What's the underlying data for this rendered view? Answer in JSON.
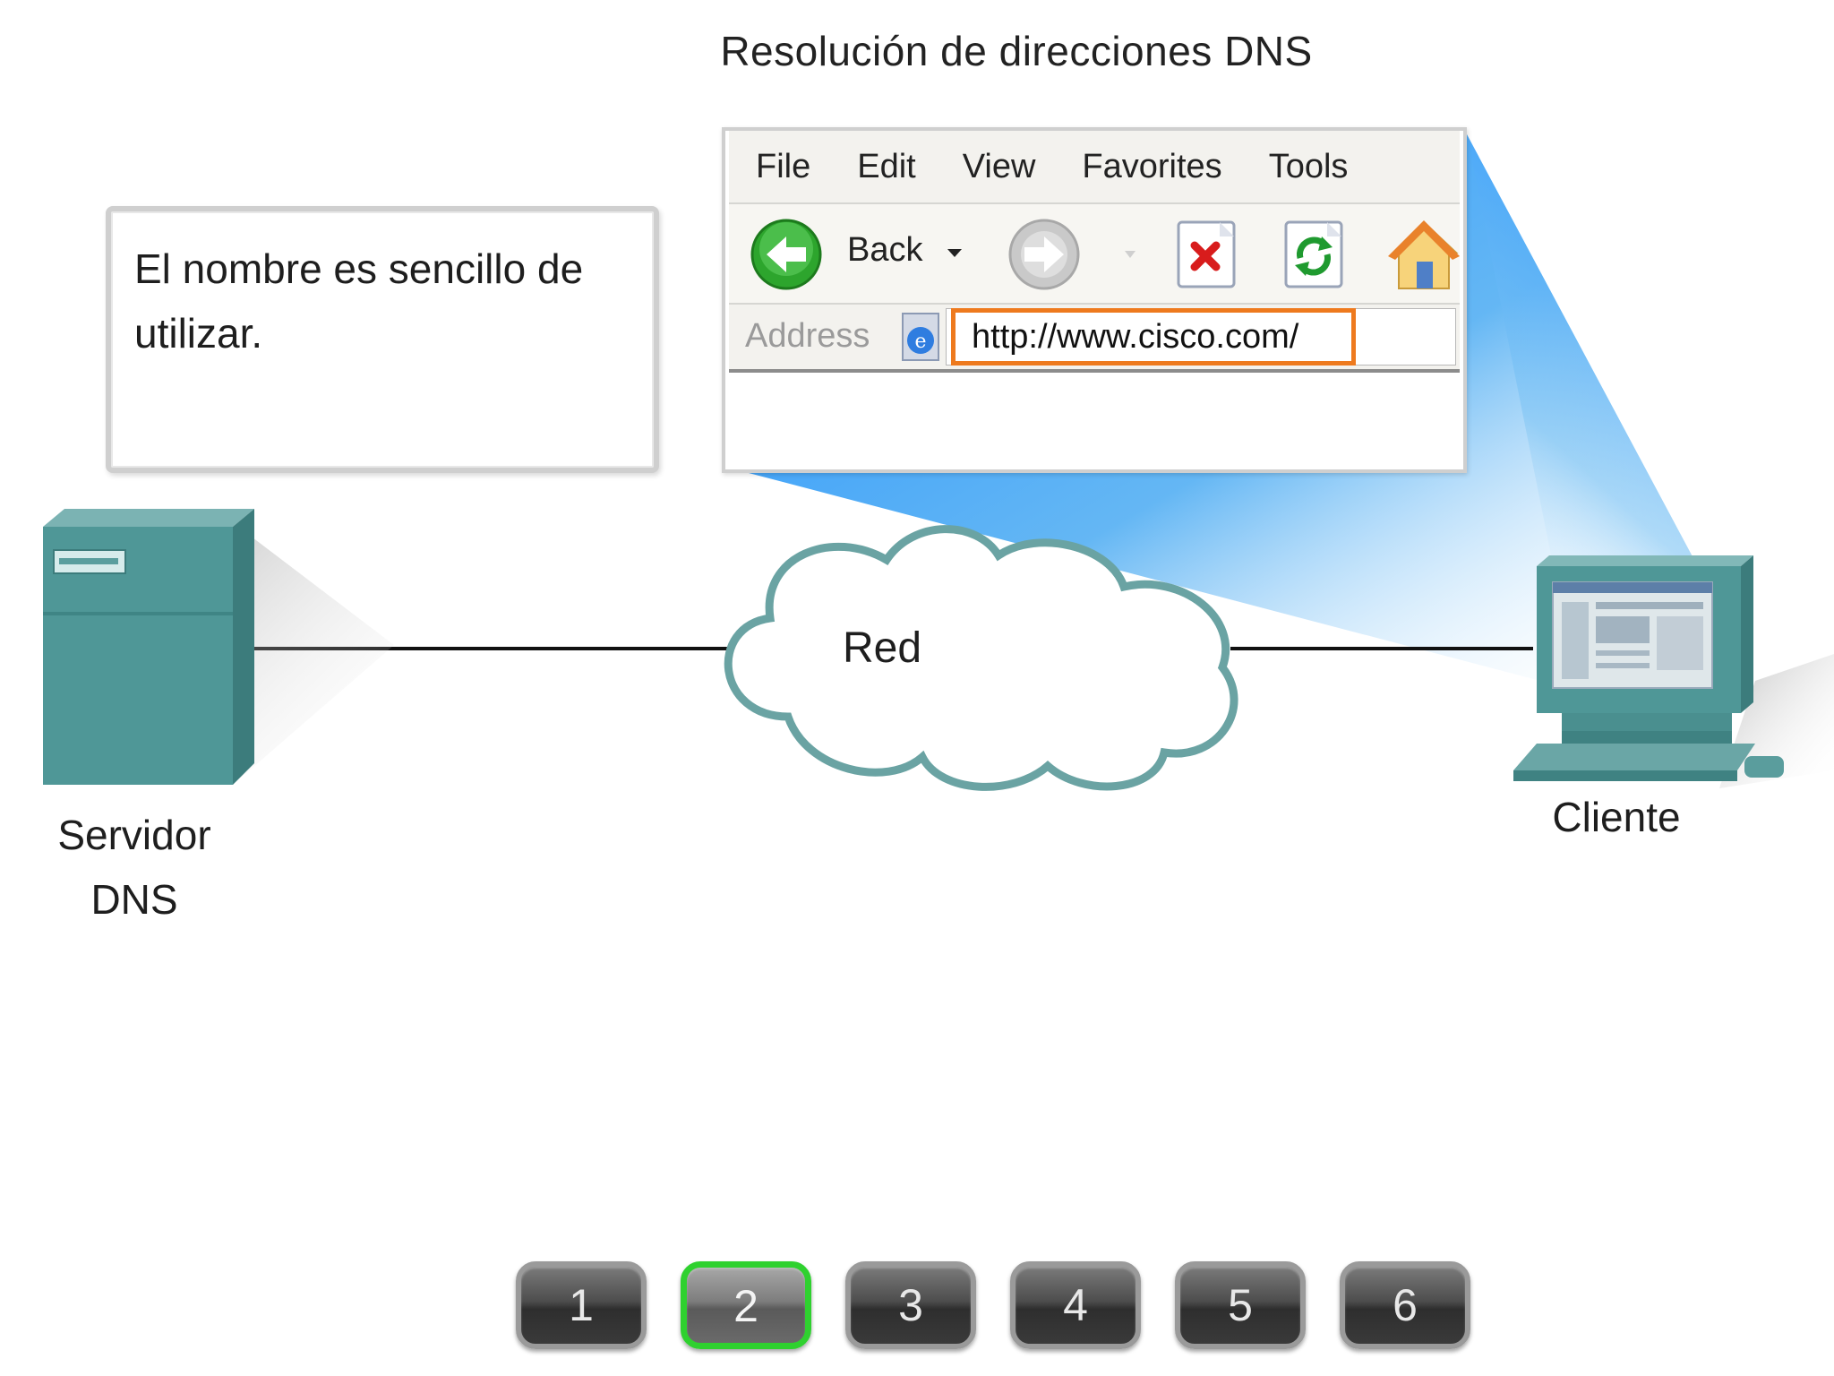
{
  "title": "Resolución de direcciones DNS",
  "callout": {
    "text": "El nombre es sencillo de utilizar."
  },
  "browser": {
    "menu": [
      "File",
      "Edit",
      "View",
      "Favorites",
      "Tools"
    ],
    "back_label": "Back",
    "address_label": "Address",
    "url": "http://www.cisco.com/",
    "highlight_color": "#ee7a1e"
  },
  "nodes": {
    "server_label_line1": "Servidor",
    "server_label_line2": "DNS",
    "network_label": "Red",
    "client_label": "Cliente"
  },
  "colors": {
    "device": "#4f9797",
    "beam": "#1e90ff",
    "active_step": "#2fd12f"
  },
  "steps": {
    "buttons": [
      "1",
      "2",
      "3",
      "4",
      "5",
      "6"
    ],
    "active": "2"
  }
}
